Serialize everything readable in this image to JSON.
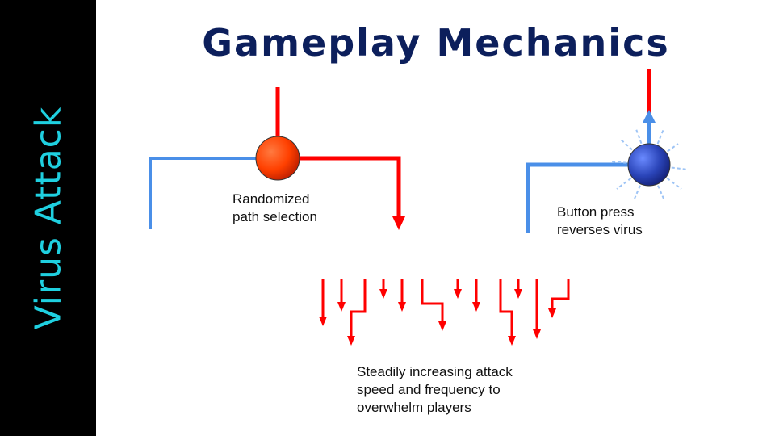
{
  "sidebar": {
    "title": "Virus Attack"
  },
  "slide": {
    "title": "Gameplay Mechanics"
  },
  "captions": {
    "random": [
      "Randomized",
      "path selection"
    ],
    "button": [
      "Button press",
      "reverses virus"
    ],
    "steady": [
      "Steadily increasing attack",
      "speed and frequency to",
      "overwhelm players"
    ]
  },
  "colors": {
    "sidebar_bg": "#000000",
    "sidebar_text": "#1fd0e0",
    "title": "#0c1f5c",
    "virus_path": "#ff0000",
    "player_path": "#4a8fe8",
    "virus_node": "#ff4000",
    "player_node": "#2a44b8"
  },
  "icons": {
    "player_glow": "starburst-icon"
  }
}
